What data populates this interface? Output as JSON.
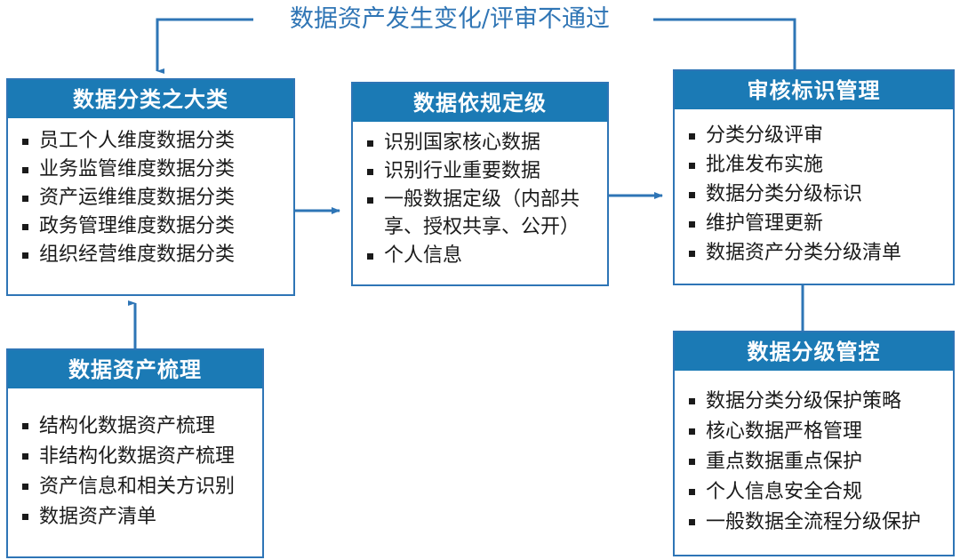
{
  "diagram": {
    "feedback_label": "数据资产发生变化/评审不通过",
    "accent_color": "#1b7ab5",
    "border_color": "#2e75b6",
    "caption_color": "#2f75b5",
    "text_color": "#1a1a1a",
    "boxes": [
      {
        "id": "classification",
        "title": "数据分类之大类",
        "items": [
          "员工个人维度数据分类",
          "业务监管维度数据分类",
          "资产运维维度数据分类",
          "政务管理维度数据分类",
          "组织经营维度数据分类"
        ]
      },
      {
        "id": "grading",
        "title": "数据依规定级",
        "items": [
          "识别国家核心数据",
          "识别行业重要数据",
          "一般数据定级（内部共享、授权共享、公开）",
          "个人信息"
        ]
      },
      {
        "id": "audit",
        "title": "审核标识管理",
        "items": [
          "分类分级评审",
          "批准发布实施",
          "数据分类分级标识",
          "维护管理更新",
          "数据资产分类分级清单"
        ]
      },
      {
        "id": "inventory",
        "title": "数据资产梳理",
        "items": [
          "结构化数据资产梳理",
          "非结构化数据资产梳理",
          "资产信息和相关方识别",
          "数据资产清单"
        ]
      },
      {
        "id": "control",
        "title": "数据分级管控",
        "items": [
          "数据分类分级保护策略",
          "核心数据严格管理",
          "重点数据重点保护",
          "个人信息安全合规",
          "一般数据全流程分级保护"
        ]
      }
    ]
  }
}
